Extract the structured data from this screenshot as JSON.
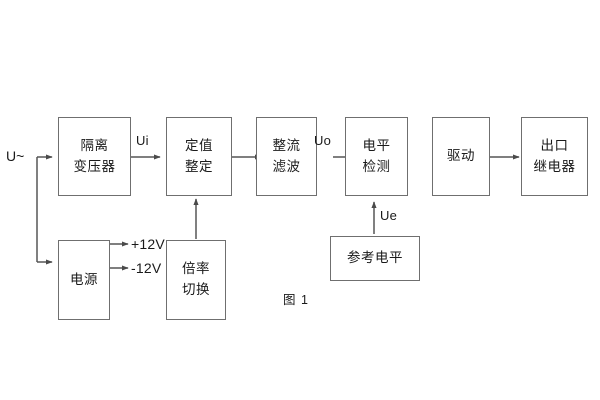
{
  "figure": {
    "caption": "图 1",
    "source_label": "U~",
    "blocks": [
      {
        "id": "isolation-transformer",
        "lines": [
          "隔离",
          "变压器"
        ]
      },
      {
        "id": "setting-value",
        "lines": [
          "定值",
          "整定"
        ]
      },
      {
        "id": "rectify-filter",
        "lines": [
          "整流",
          "滤波"
        ]
      },
      {
        "id": "level-detection",
        "lines": [
          "电平",
          "检测"
        ]
      },
      {
        "id": "drive",
        "lines": [
          "驱动"
        ]
      },
      {
        "id": "output-relay",
        "lines": [
          "出口",
          "继电器"
        ]
      },
      {
        "id": "power-supply",
        "lines": [
          "电源"
        ]
      },
      {
        "id": "multiplier-switch",
        "lines": [
          "倍率",
          "切换"
        ]
      },
      {
        "id": "reference-level",
        "lines": [
          "参考电平"
        ]
      }
    ],
    "signals": {
      "ui": "Ui",
      "uo": "Uo",
      "ue": "Ue",
      "rail_positive": "+12V",
      "rail_negative": "-12V"
    },
    "colors": {
      "box_border": "#6f6f6f",
      "wire": "#555555",
      "text": "#1a1a1a",
      "background": "#ffffff"
    }
  }
}
